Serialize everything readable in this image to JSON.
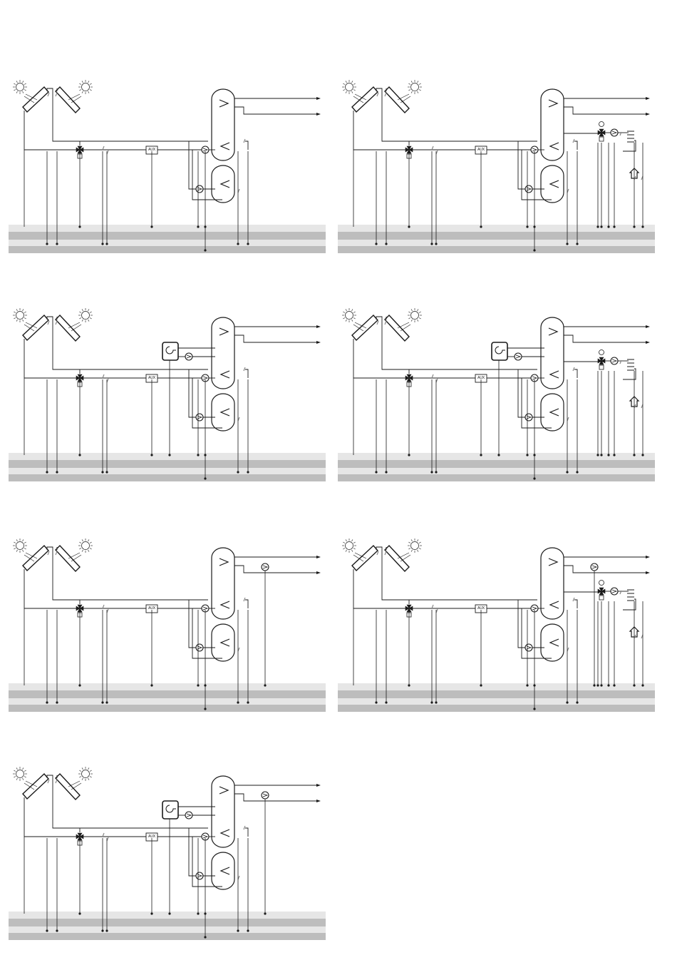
{
  "page": {
    "background": "#ffffff",
    "line_color": "#1a1a1a",
    "band_light": "#e6e6e6",
    "band_dark": "#bdbdbd",
    "sensor_color": "#888888"
  },
  "diagrams": [
    {
      "id": "d1",
      "aux_label": "AUX",
      "boiler": false,
      "circulation": false,
      "heating_circuit": false
    },
    {
      "id": "d2",
      "aux_label": "AUX",
      "boiler": false,
      "circulation": false,
      "heating_circuit": true
    },
    {
      "id": "d3",
      "aux_label": "AUX",
      "boiler": true,
      "circulation": false,
      "heating_circuit": false
    },
    {
      "id": "d4",
      "aux_label": "AUX",
      "boiler": true,
      "circulation": false,
      "heating_circuit": true
    },
    {
      "id": "d5",
      "aux_label": "AUX",
      "boiler": false,
      "circulation": true,
      "heating_circuit": false
    },
    {
      "id": "d6",
      "aux_label": "AUX",
      "boiler": false,
      "circulation": true,
      "heating_circuit": true
    },
    {
      "id": "d7",
      "aux_label": "AUX",
      "boiler": true,
      "circulation": true,
      "heating_circuit": false
    }
  ]
}
